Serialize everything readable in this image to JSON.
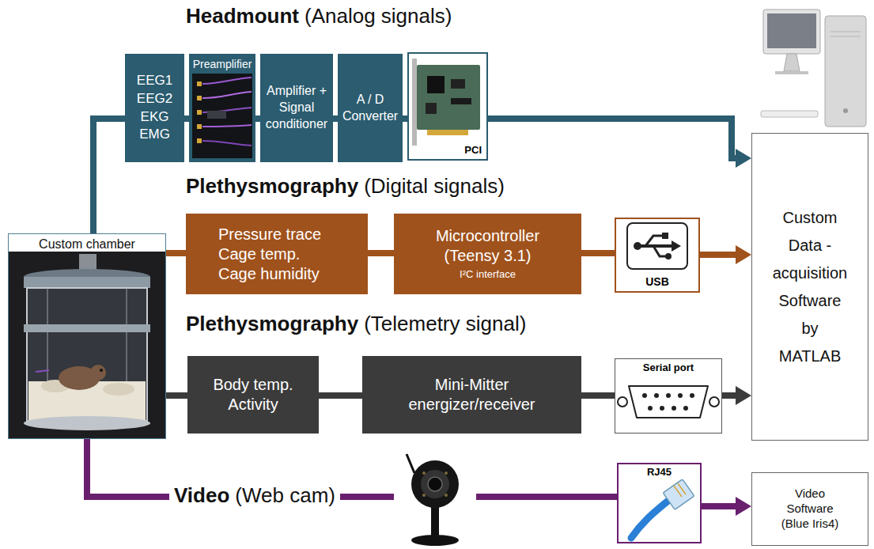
{
  "diagram": {
    "nodes": [
      {
        "text": [
          "Custom chamber"
        ]
      },
      {
        "text": [
          "EEG1 EEG2 EKG EMG"
        ]
      },
      {
        "text": [
          "Preamplifier"
        ]
      },
      {
        "text": [
          "Amplifier + Signal conditioner"
        ]
      },
      {
        "text": [
          "A / D Converter"
        ]
      },
      {
        "text": [
          "PCI"
        ]
      },
      {
        "text": [
          "Pressure trace Cage temp. Cage humidity"
        ]
      },
      {
        "text": [
          "Microcontroller (Teensy 3.1)",
          "I²C interface"
        ]
      },
      {
        "text": [
          "USB"
        ]
      },
      {
        "text": [
          "Body temp. Activity"
        ]
      },
      {
        "text": [
          "Mini-Mitter energizer/receiver"
        ]
      },
      {
        "text": [
          "Serial port"
        ]
      },
      {
        "text": [
          "RJ45"
        ]
      },
      {
        "text": [
          "Custom Data - acquisition Software by MATLAB"
        ]
      },
      {
        "text": [
          "Video Software (Blue Iris4)"
        ]
      }
    ],
    "edges": [
      {
        "from": 0,
        "to": 1,
        "arrow": "none"
      },
      {
        "from": 1,
        "to": 2,
        "arrow": "none"
      },
      {
        "from": 2,
        "to": 3,
        "arrow": "none"
      },
      {
        "from": 3,
        "to": 4,
        "arrow": "none"
      },
      {
        "from": 4,
        "to": 5,
        "arrow": "none"
      },
      {
        "from": 5,
        "to": 13,
        "arrow": "to"
      },
      {
        "from": 0,
        "to": 6,
        "arrow": "none"
      },
      {
        "from": 6,
        "to": 7,
        "arrow": "none"
      },
      {
        "from": 7,
        "to": 8,
        "arrow": "none"
      },
      {
        "from": 8,
        "to": 13,
        "arrow": "to"
      },
      {
        "from": 0,
        "to": 9,
        "arrow": "none"
      },
      {
        "from": 9,
        "to": 10,
        "arrow": "none"
      },
      {
        "from": 10,
        "to": 11,
        "arrow": "none"
      },
      {
        "from": 11,
        "to": 13,
        "arrow": "to"
      },
      {
        "from": 0,
        "to": 12,
        "arrow": "none"
      },
      {
        "from": 12,
        "to": 14,
        "arrow": "to"
      }
    ],
    "labels": [
      "Headmount",
      "(Analog signals)",
      "Plethysmography",
      "(Digital signals)",
      "Plethysmography",
      "(Telemetry signal)",
      "Video",
      "(Web cam)"
    ]
  }
}
